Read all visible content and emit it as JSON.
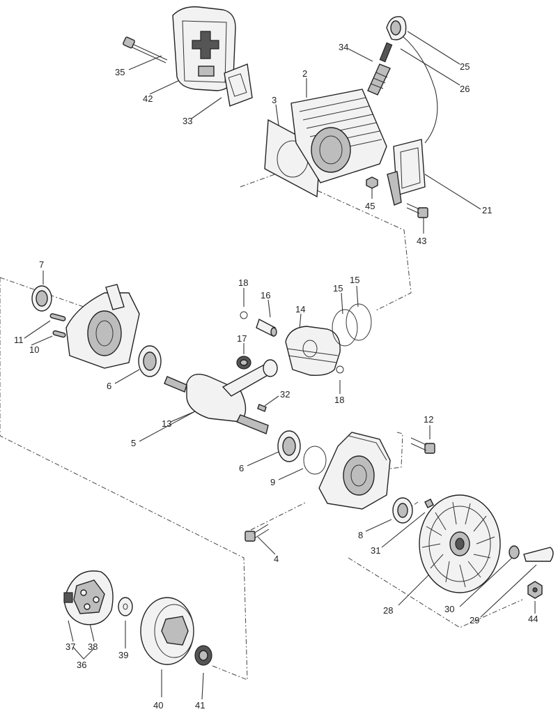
{
  "labels": {
    "p35": "35",
    "p42": "42",
    "p33": "33",
    "p3": "3",
    "p2": "2",
    "p34": "34",
    "p25": "25",
    "p26": "26",
    "p45": "45",
    "p21": "21",
    "p43": "43",
    "p7": "7",
    "p11": "11",
    "p10": "10",
    "p6a": "6",
    "p18a": "18",
    "p16": "16",
    "p17": "17",
    "p14": "14",
    "p15a": "15",
    "p15b": "15",
    "p18b": "18",
    "p32": "32",
    "p13": "13",
    "p5": "5",
    "p12": "12",
    "p6b": "6",
    "p9": "9",
    "p4": "4",
    "p8": "8",
    "p31": "31",
    "p28": "28",
    "p30": "30",
    "p29": "29",
    "p44": "44",
    "p37": "37",
    "p38": "38",
    "p36": "36",
    "p39": "39",
    "p40": "40",
    "p41": "41"
  }
}
